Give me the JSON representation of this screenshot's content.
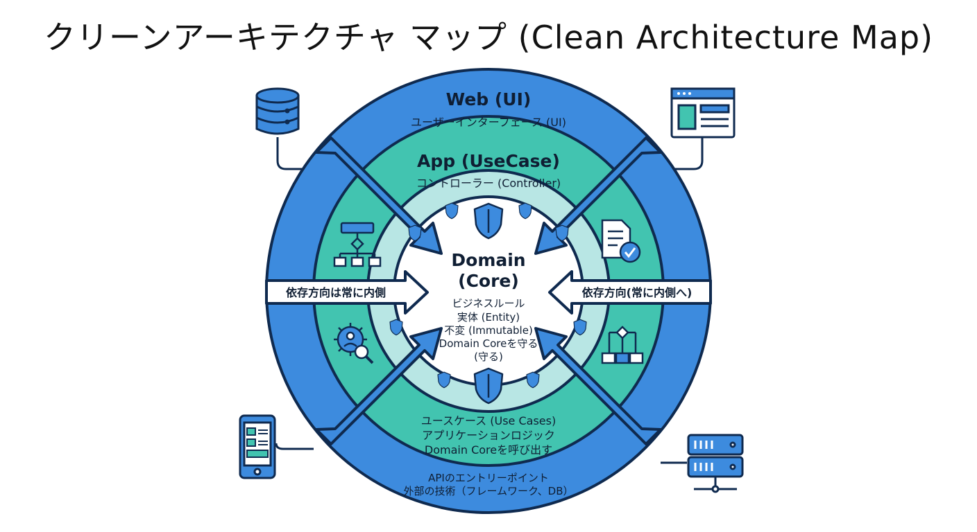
{
  "title": "クリーンアーキテクチャ マップ (Clean Architecture Map)",
  "rings": {
    "outer": {
      "name": "Web (UI)",
      "subtitle": "ユーザーインターフェース (UI)",
      "bottom_line1": "APIのエントリーポイント",
      "bottom_line2": "外部の技術（フレームワーク、DB）"
    },
    "middle": {
      "name": "App (UseCase)",
      "subtitle": "コントローラー (Controller)",
      "bottom_line1": "ユースケース (Use Cases)",
      "bottom_line2": "アプリケーションロジック",
      "bottom_line3": "Domain Coreを呼び出す"
    },
    "core": {
      "name_line1": "Domain",
      "name_line2": "(Core)",
      "line1": "ビジネスルール",
      "line2": "実体 (Entity)",
      "line3": "不変 (Immutable)",
      "line4": "Domain Coreを守る",
      "line5": "(守る)"
    }
  },
  "arrows": {
    "left_label": "依存方向は常に内側",
    "right_label": "依存方向(常に内側へ)"
  },
  "colors": {
    "outer_ring": "#3d8bde",
    "middle_ring": "#42c4b0",
    "inner_band": "#b8e6e4",
    "core": "#ffffff",
    "stroke": "#0f2a4f"
  },
  "icons": [
    "database-icon",
    "browser-window-icon",
    "mobile-phone-icon",
    "server-icon",
    "flowchart-icon",
    "document-check-icon",
    "gear-user-search-icon",
    "branch-diagram-icon",
    "shield-icon"
  ]
}
